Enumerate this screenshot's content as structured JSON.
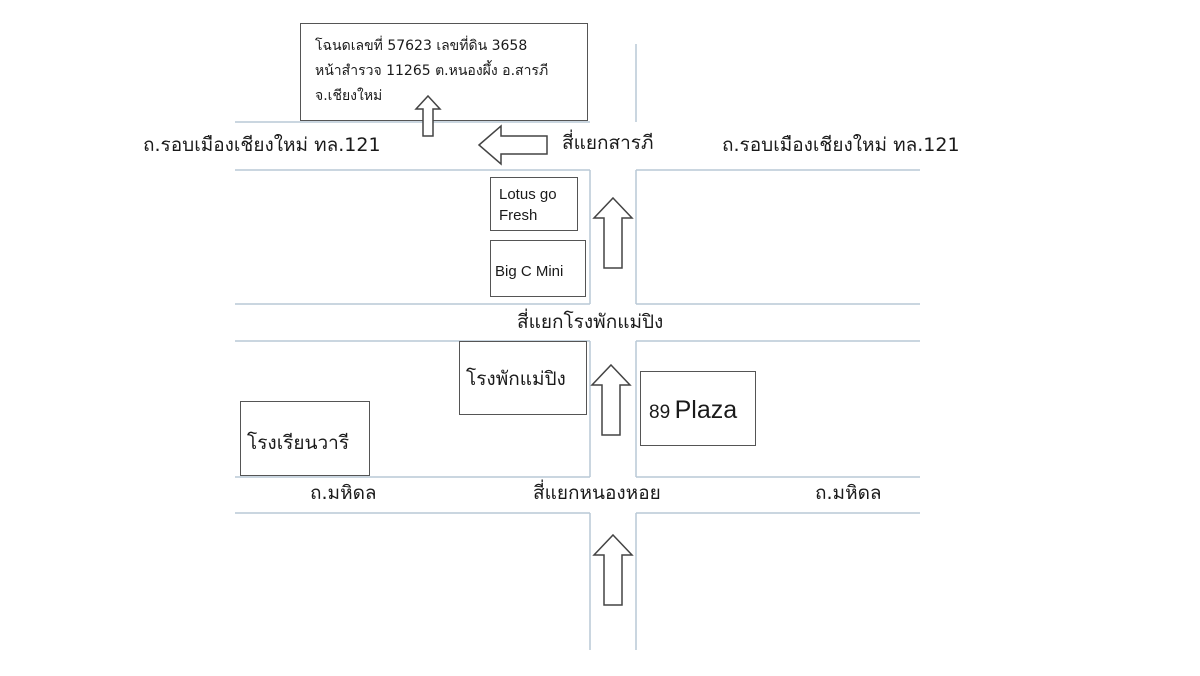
{
  "title_box": {
    "line1": "โฉนดเลขที่ 57623 เลขที่ดิน 3658",
    "line2": "หน้าสำรวจ 11265 ต.หนองผึ้ง อ.สารภี",
    "line3": "จ.เชียงใหม่"
  },
  "roads": {
    "ring_road_left": "ถ.รอบเมืองเชียงใหม่ ทล.121",
    "ring_road_right": "ถ.รอบเมืองเชียงใหม่ ทล.121",
    "mahidol_left": "ถ.มหิดล",
    "mahidol_right": "ถ.มหิดล"
  },
  "intersections": {
    "saraphi": "สี่แยกสารภี",
    "mae_ping_hospital": "สี่แยกโรงพักแม่ปิง",
    "nong_hoi": "สี่แยกหนองหอย"
  },
  "landmarks": {
    "lotus_line1": "Lotus go",
    "lotus_line2": "Fresh",
    "big_c": "Big C Mini",
    "police_station": "โรงพักแม่ปิง",
    "plaza_num": "89",
    "plaza_word": "Plaza",
    "school": "โรงเรียนวารี"
  },
  "colors": {
    "road_line": "#b9c9d6",
    "box_border": "#555555",
    "arrow_outline": "#444444"
  }
}
